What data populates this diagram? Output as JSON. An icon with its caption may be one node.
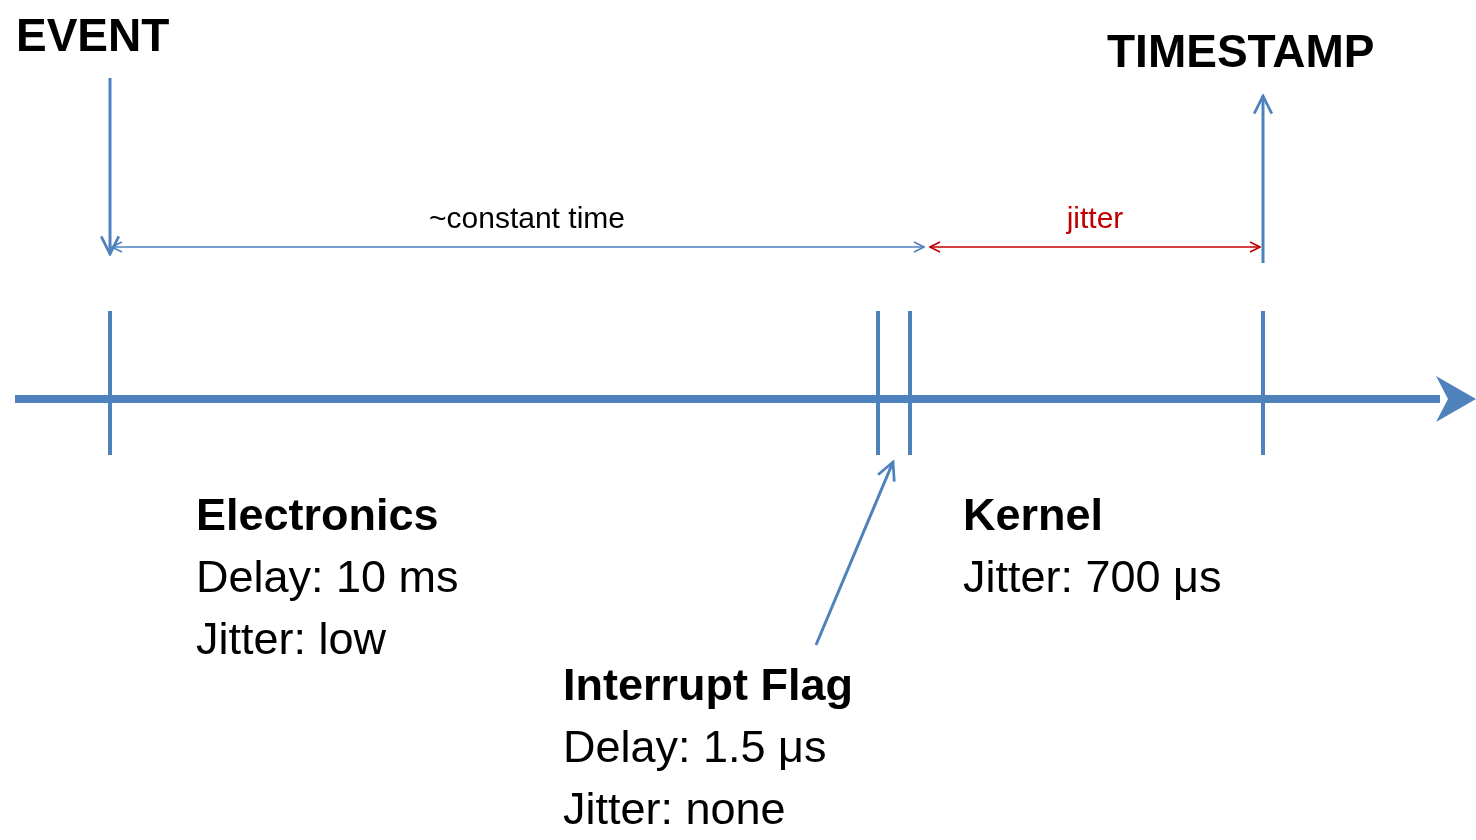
{
  "diagram": {
    "nodes": [
      {
        "text": [
          "EVENT"
        ]
      },
      {
        "text": [
          "TIMESTAMP"
        ]
      },
      {
        "text": [
          "Electronics",
          "Delay: 10 ms",
          "Jitter: low"
        ]
      },
      {
        "text": [
          "Interrupt Flag",
          "Delay: 1.5 μs",
          "Jitter: none"
        ]
      },
      {
        "text": [
          "Kernel",
          "Jitter: 700 μs"
        ]
      },
      {
        "text": [],
        "shape": "bar"
      },
      {
        "text": [],
        "shape": "bar"
      },
      {
        "text": [],
        "shape": "bar"
      },
      {
        "text": [],
        "shape": "bar"
      }
    ],
    "edges": [
      {
        "from": 0,
        "to": null,
        "arrow": "to"
      },
      {
        "from": null,
        "to": 1,
        "arrow": "to"
      },
      {
        "from": 3,
        "to": 6,
        "arrow": "to"
      }
    ],
    "labels": [
      "~constant time",
      "jitter"
    ]
  }
}
